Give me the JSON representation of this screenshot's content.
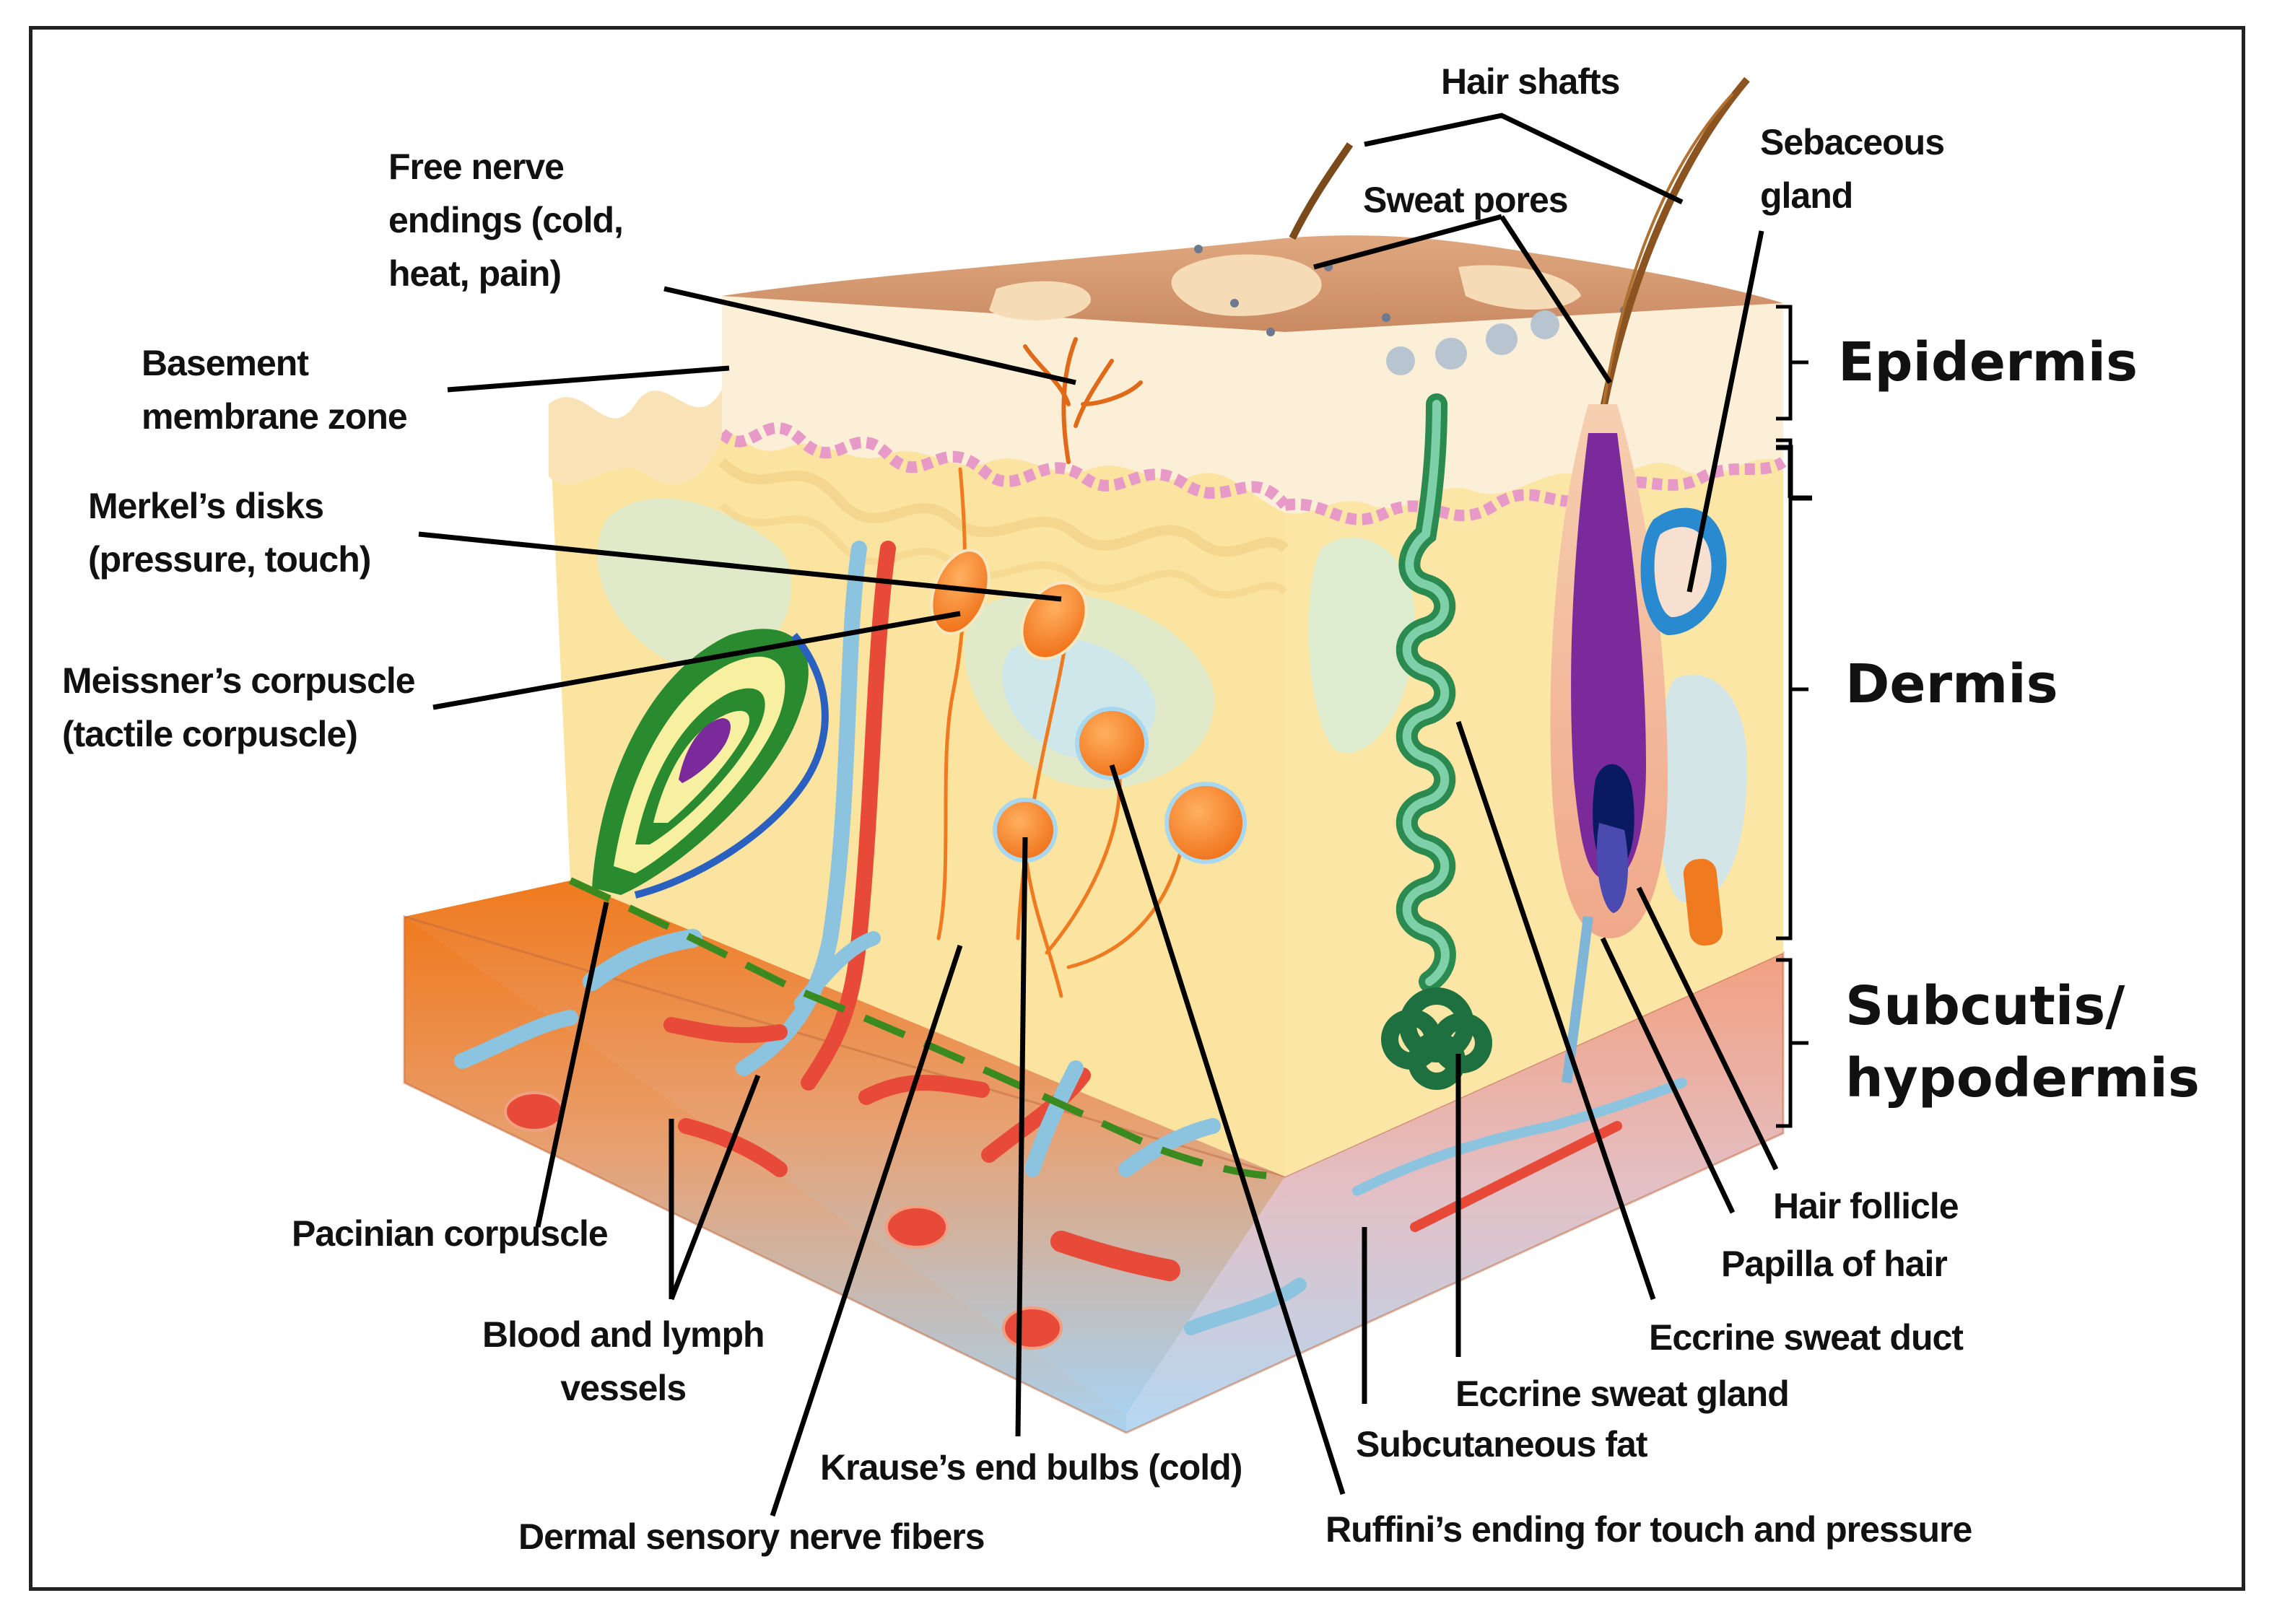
{
  "labels": {
    "hair_shafts": "Hair shafts",
    "sebaceous_gland": [
      "Sebaceous",
      "gland"
    ],
    "free_nerve_endings": [
      "Free nerve",
      "endings (cold,",
      "heat, pain)"
    ],
    "sweat_pores": "Sweat pores",
    "basement_membrane_zone": [
      "Basement",
      "membrane zone"
    ],
    "merkels_disks": [
      "Merkel’s disks",
      "(pressure, touch)"
    ],
    "meissners_corpuscle": [
      "Meissner’s corpuscle",
      "(tactile corpuscle)"
    ],
    "pacinian_corpuscle": "Pacinian corpuscle",
    "blood_lymph_vessels": [
      "Blood and lymph",
      "vessels"
    ],
    "dermal_sensory_nerve_fibers": "Dermal sensory nerve fibers",
    "krauses_end_bulbs": "Krause’s end bulbs (cold)",
    "ruffinis_ending": "Ruffini’s ending for touch and pressure",
    "subcutaneous_fat": "Subcutaneous fat",
    "eccrine_sweat_gland": "Eccrine sweat gland",
    "eccrine_sweat_duct": "Eccrine sweat duct",
    "papilla_of_hair": "Papilla of hair",
    "hair_follicle": "Hair follicle"
  },
  "layers": {
    "epidermis": "Epidermis",
    "dermis": "Dermis",
    "subcutis": [
      "Subcutis/",
      "hypodermis"
    ]
  },
  "colors": {
    "epidermis_surface": "#d9a27a",
    "epidermis_layer": "#f8ead0",
    "dermis": "#fbe3a0",
    "basement_membrane": "#e8a0c8",
    "fat_top": "#f08a2a",
    "fat_bottom": "#b9d8f0",
    "nerve_orange": "#f07a20",
    "artery_red": "#e84a3a",
    "lymph_blue": "#8cc4e0",
    "sweat_green": "#2a8a50",
    "follicle_purple": "#7a2a9a",
    "meissner_green": "#2a8a30",
    "sebaceous_blue": "#2a8ad0",
    "leader_line": "#000000"
  }
}
